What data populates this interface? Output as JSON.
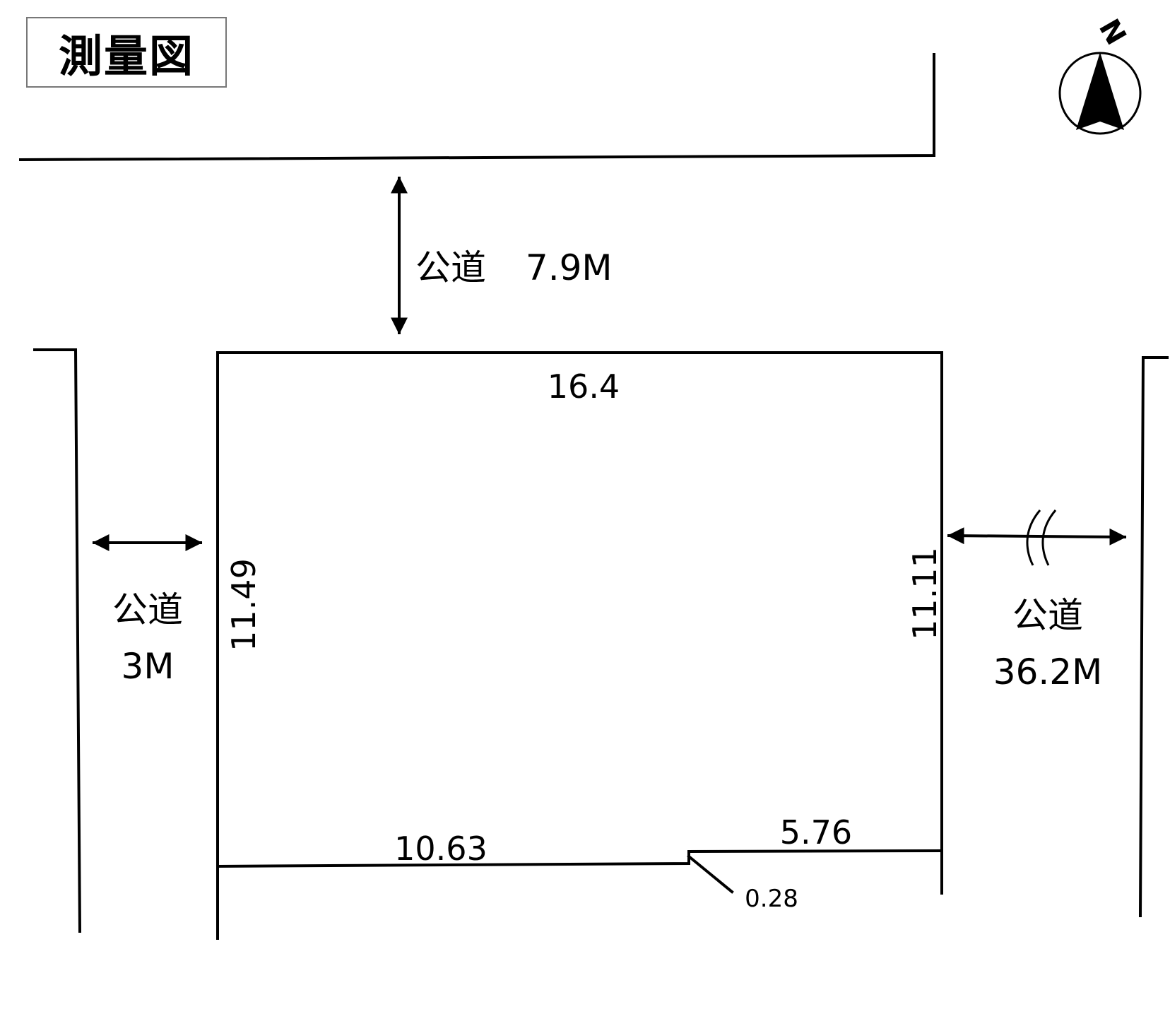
{
  "title": "測量図",
  "north_symbol": "N",
  "roads": {
    "north": {
      "label": "公道",
      "width": "7.9M"
    },
    "west": {
      "label": "公道",
      "width": "3M"
    },
    "east": {
      "label": "公道",
      "width": "36.2M"
    }
  },
  "dimensions": {
    "top": "16.4",
    "left": "11.49",
    "right": "11.11",
    "bottom_left": "10.63",
    "bottom_right": "5.76",
    "step": "0.28"
  },
  "icons": {
    "compass": "north-compass-icon",
    "break": "break-mark-icon"
  }
}
